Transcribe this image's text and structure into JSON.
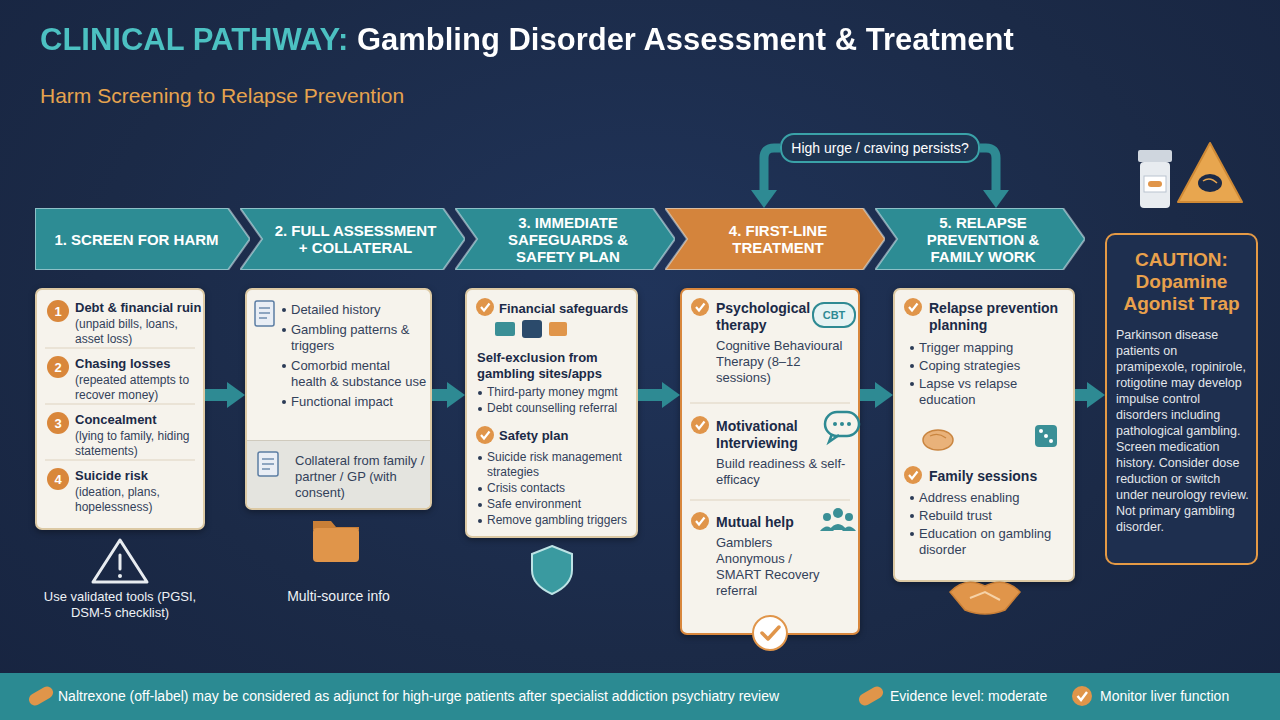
{
  "diagram": {
    "title": "CLINICAL PATHWAY: Gambling Disorder Assessment & Treatment",
    "nodes": [
      {
        "text": [
          "High urge / craving persists?"
        ]
      },
      {
        "text": [
          "1. SCREEN FOR HARM"
        ]
      },
      {
        "text": [
          "2. FULL ASSESSMENT + COLLATERAL"
        ]
      },
      {
        "text": [
          "3. IMMEDIATE SAFEGUARDS & SAFETY PLAN"
        ]
      },
      {
        "text": [
          "4. FIRST-LINE TREATMENT"
        ]
      },
      {
        "text": [
          "5. RELAPSE PREVENTION & FAMILY WORK"
        ]
      },
      {
        "text": [
          "Debt & financial ruin",
          "(unpaid bills, loans, asset loss)",
          "Chasing losses",
          "(repeated attempts to recover money)",
          "Concealment",
          "(lying to family, hiding statements)",
          "Suicide risk",
          "(ideation, plans, hopelessness)"
        ]
      },
      {
        "text": [
          "1"
        ],
        "in": 6
      },
      {
        "text": [
          "2"
        ],
        "in": 6
      },
      {
        "text": [
          "3"
        ],
        "in": 6
      },
      {
        "text": [
          "4"
        ],
        "in": 6
      },
      {
        "text": [
          "Detailed history",
          "Gambling patterns & triggers",
          "Comorbid mental health & substance use",
          "Functional impact"
        ]
      },
      {
        "text": [
          "Collateral from family / partner / GP (with consent)"
        ],
        "in": 11
      },
      {
        "text": [
          "Financial safeguards",
          "Self-exclusion from gambling sites/apps",
          "Third-party money mgmt",
          "Debt counselling referral",
          "Safety plan",
          "Suicide risk management strategies",
          "Crisis contacts",
          "Safe environment",
          "Remove gambling triggers"
        ]
      },
      {
        "text": [
          "Psychological therapy",
          "Cognitive Behavioural Therapy (8–12 sessions)",
          "Motivational Interviewing",
          "Build readiness & self-efficacy",
          "Mutual help",
          "Gamblers Anonymous / SMART Recovery referral"
        ]
      },
      {
        "text": [
          "CBT"
        ],
        "in": 14
      },
      {
        "text": [
          "Relapse prevention planning",
          "Trigger mapping",
          "Coping strategies",
          "Lapse vs relapse education",
          "Family sessions",
          "Address enabling",
          "Rebuild trust",
          "Education on gambling disorder"
        ]
      },
      {
        "text": [
          "CAUTION: Dopamine Agonist Trap",
          "Parkinson disease patients on pramipexole, ropinirole, rotigotine may develop impulse control disorders including pathological gambling. Screen medication history. Consider dose reduction or switch under neurology review. Not primary gambling disorder."
        ]
      },
      {
        "text": [
          "Naltrexone (off-label) may be considered as adjunct for high-urge patients after specialist addiction psychiatry review",
          "Evidence level: moderate",
          "Monitor liver function"
        ]
      }
    ],
    "edges": [
      {
        "from": 0,
        "to": 4,
        "arrow": "to"
      },
      {
        "from": 0,
        "to": 5,
        "arrow": "to"
      },
      {
        "from": 6,
        "to": 11,
        "arrow": "to"
      },
      {
        "from": 11,
        "to": 13,
        "arrow": "to"
      },
      {
        "from": 13,
        "to": 14,
        "arrow": "to"
      },
      {
        "from": 14,
        "to": 16,
        "arrow": "to"
      },
      {
        "from": 16,
        "to": 17,
        "arrow": "to"
      }
    ],
    "labels": [
      "Harm Screening to Relapse Prevention",
      "Use validated tools (PGSI, DSM-5 checklist)",
      "Multi-source info"
    ]
  }
}
